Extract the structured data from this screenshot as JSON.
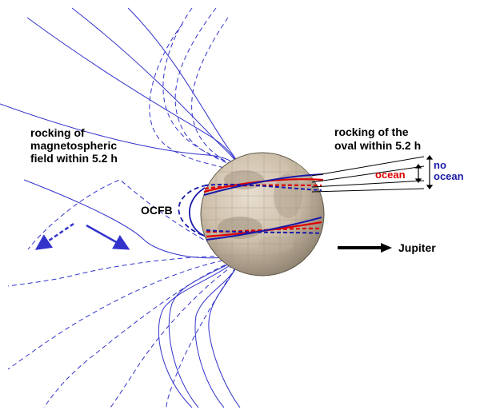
{
  "labels": {
    "rocking_field_line1": "rocking of",
    "rocking_field_line2": "magnetospheric",
    "rocking_field_line3": "field within 5.2 h",
    "rocking_oval_line1": "rocking of the",
    "rocking_oval_line2": "oval within 5.2 h",
    "ocean": "ocean",
    "no_ocean_line1": "no",
    "no_ocean_line2": "ocean",
    "ocfb": "OCFB",
    "jupiter": "Jupiter"
  },
  "colors": {
    "field_lines": "#3333cc",
    "ocean": "#dd0000",
    "no_ocean": "#1a1aaa",
    "text": "#000000",
    "moon_surface": "#cdbfa9"
  }
}
